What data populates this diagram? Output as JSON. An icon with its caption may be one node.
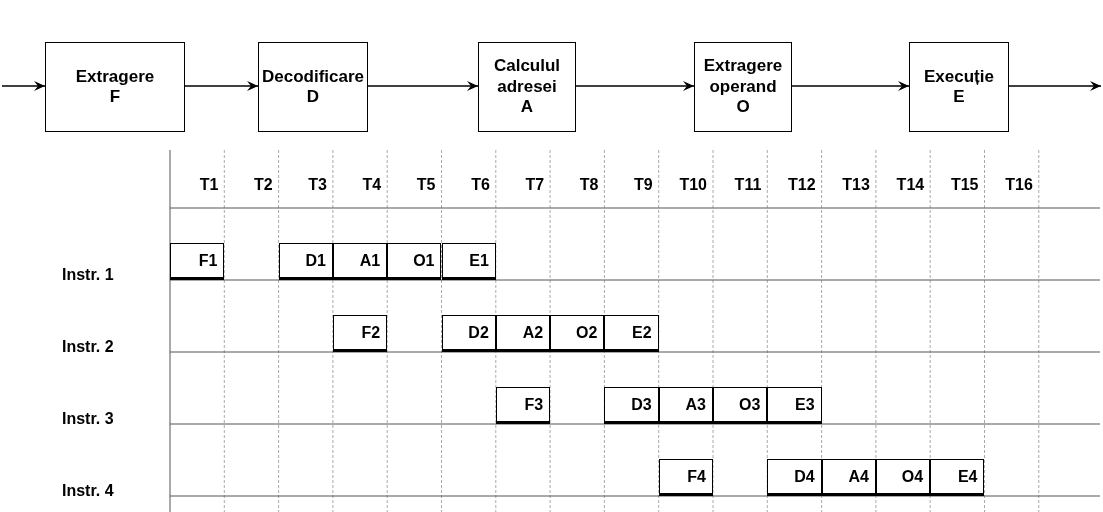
{
  "diagram": {
    "nodes": [
      {
        "text": [
          "Extragere",
          "F"
        ]
      },
      {
        "text": [
          "Decodificare",
          "D"
        ]
      },
      {
        "text": [
          "Calculul adresei",
          "A"
        ]
      },
      {
        "text": [
          "Extragere operand",
          "O"
        ]
      },
      {
        "text": [
          "Execuție",
          "E"
        ]
      },
      {
        "text": [
          "F1"
        ]
      },
      {
        "text": [
          "D1"
        ]
      },
      {
        "text": [
          "A1"
        ]
      },
      {
        "text": [
          "O1"
        ]
      },
      {
        "text": [
          "E1"
        ]
      },
      {
        "text": [
          "F2"
        ]
      },
      {
        "text": [
          "D2"
        ]
      },
      {
        "text": [
          "A2"
        ]
      },
      {
        "text": [
          "O2"
        ]
      },
      {
        "text": [
          "E2"
        ]
      },
      {
        "text": [
          "F3"
        ]
      },
      {
        "text": [
          "D3"
        ]
      },
      {
        "text": [
          "A3"
        ]
      },
      {
        "text": [
          "O3"
        ]
      },
      {
        "text": [
          "E3"
        ]
      },
      {
        "text": [
          "F4"
        ]
      },
      {
        "text": [
          "D4"
        ]
      },
      {
        "text": [
          "A4"
        ]
      },
      {
        "text": [
          "O4"
        ]
      },
      {
        "text": [
          "E4"
        ]
      }
    ],
    "edges": [
      {
        "from": null,
        "to": 0,
        "arrow": "to"
      },
      {
        "from": 0,
        "to": 1,
        "arrow": "to"
      },
      {
        "from": 1,
        "to": 2,
        "arrow": "to"
      },
      {
        "from": 2,
        "to": 3,
        "arrow": "to"
      },
      {
        "from": 3,
        "to": 4,
        "arrow": "to"
      },
      {
        "from": 4,
        "to": null,
        "arrow": "to"
      }
    ],
    "labels": [
      "T1",
      "T2",
      "T3",
      "T4",
      "T5",
      "T6",
      "T7",
      "T8",
      "T9",
      "T10",
      "T11",
      "T12",
      "T13",
      "T14",
      "T15",
      "T16",
      "Instr. 1",
      "Instr. 2",
      "Instr. 3",
      "Instr. 4"
    ]
  }
}
